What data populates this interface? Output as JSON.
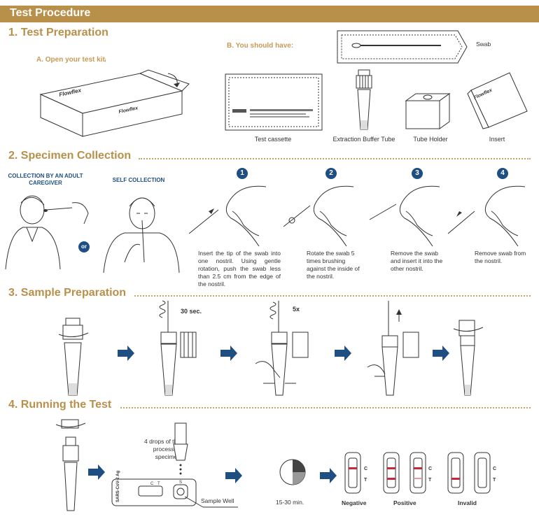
{
  "title": "Test Procedure",
  "sections": {
    "s1": "1. Test Preparation",
    "s2": "2. Specimen Collection",
    "s3": "3. Sample Preparation",
    "s4": "4. Running the Test"
  },
  "prep": {
    "a_label": "A. Open your test kitᵢ",
    "b_label": "B. You should have:",
    "brand": "Flowflex",
    "items": {
      "swab": "Swab",
      "cassette": "Test cassette",
      "buffer": "Extraction Buffer Tube",
      "holder": "Tube Holder",
      "insert": "Insert"
    }
  },
  "collection": {
    "adult_caregiver": "COLLECTION BY AN ADULT CAREGIVER",
    "self": "SELF COLLECTION",
    "or": "or",
    "steps": [
      {
        "num": "1",
        "text": "Insert the tip of the swab into one nostril. Using gentle rotation, push the swab less than 2.5 cm from the edge of the nostril."
      },
      {
        "num": "2",
        "text": "Rotate the swab 5 times brushing against the inside of the nostril."
      },
      {
        "num": "3",
        "text": "Remove the swab and insert it into the other nostril."
      },
      {
        "num": "4",
        "text": "Remove swab from the nostril."
      }
    ]
  },
  "sample": {
    "time": "30 sec.",
    "times": "5x"
  },
  "running": {
    "drops": "4 drops of the processed specimen",
    "well": "Sample Well",
    "wait": "15-30 min.",
    "negative": "Negative",
    "positive": "Positive",
    "invalid": "Invalid",
    "c": "C",
    "t": "T",
    "s": "S",
    "cassette_label": "SARS-CoV-2 Ag"
  },
  "colors": {
    "gold": "#b8904a",
    "blue": "#1f4f82",
    "line_red": "#c8283c"
  }
}
